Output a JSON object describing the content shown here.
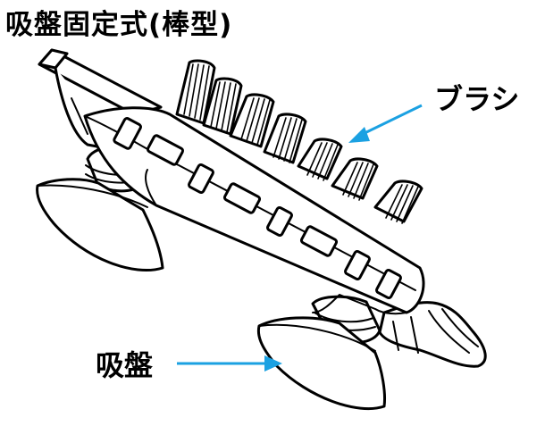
{
  "title": "吸盤固定式(棒型)",
  "labels": {
    "brush": "ブラシ",
    "suction_cup": "吸盤"
  },
  "colors": {
    "arrow": "#1ba1e2",
    "line": "#000000"
  }
}
